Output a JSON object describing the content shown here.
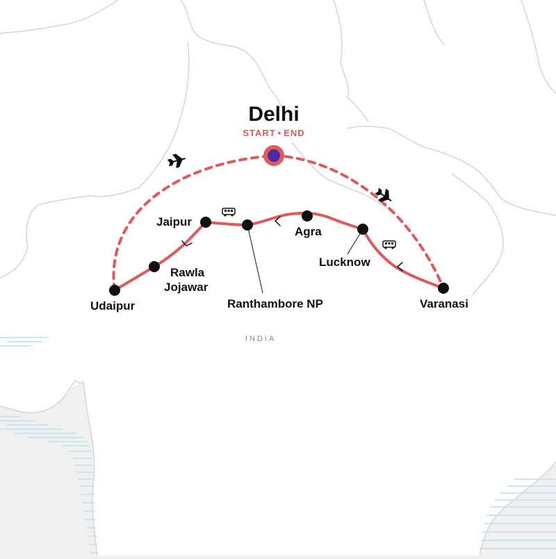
{
  "map": {
    "region_label": "INDIA",
    "start": {
      "name": "Delhi",
      "badge_start": "START",
      "badge_separator": "•",
      "badge_end": "END"
    },
    "stops": [
      {
        "id": "udaipur",
        "name": "Udaipur"
      },
      {
        "id": "rawla",
        "name_line1": "Rawla",
        "name_line2": "Jojawar"
      },
      {
        "id": "jaipur",
        "name": "Jaipur"
      },
      {
        "id": "ranthambore",
        "name": "Ranthambore NP"
      },
      {
        "id": "agra",
        "name": "Agra"
      },
      {
        "id": "lucknow",
        "name": "Lucknow"
      },
      {
        "id": "varanasi",
        "name": "Varanasi"
      }
    ],
    "transport_icons": [
      "plane-icon",
      "plane-icon",
      "bus-icon",
      "bus-icon"
    ],
    "colors": {
      "background": "#f0f0f0",
      "land": "#ffffff",
      "border": "#d6d6d6",
      "water": "#b9e3ee",
      "route": "#e05a5c",
      "start_fill": "#4b2aa8",
      "stop": "#111111",
      "text": "#111111"
    }
  }
}
